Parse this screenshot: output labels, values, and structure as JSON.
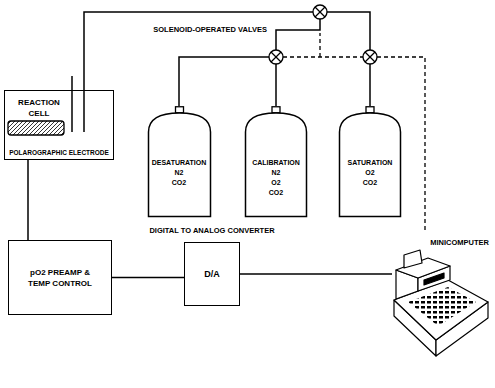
{
  "diagram": {
    "nodes": [
      {
        "text": [
          "REACTION CELL"
        ]
      },
      {
        "text": [
          "DESATURATION",
          "N2",
          "CO2"
        ]
      },
      {
        "text": [
          "CALIBRATION",
          "N2",
          "O2",
          "CO2"
        ]
      },
      {
        "text": [
          "SATURATION",
          "O2",
          "CO2"
        ]
      },
      {
        "text": [
          "pO2 PREAMP & TEMP CONTROL"
        ]
      },
      {
        "text": [
          "DIGITAL TO ANALOG CONVERTER",
          "D/A"
        ]
      },
      {
        "text": [
          "MINICOMPUTER"
        ]
      }
    ],
    "edges": [
      {
        "from": 0,
        "to": 4,
        "arrow": "none"
      },
      {
        "from": 4,
        "to": 5,
        "arrow": "none"
      },
      {
        "from": 5,
        "to": 6,
        "arrow": "none"
      }
    ],
    "labels": [
      "SOLENOID-OPERATED VALVES",
      "POLAROGRAPHIC ELECTRODE"
    ]
  }
}
